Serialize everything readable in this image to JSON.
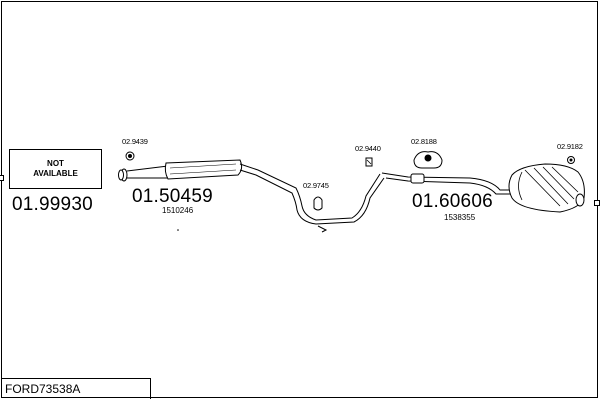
{
  "reference": "FORD73538A",
  "not_available": {
    "line1": "NOT",
    "line2": "AVAILABLE"
  },
  "parts": [
    {
      "id": "front",
      "number": "01.99930",
      "oem": ""
    },
    {
      "id": "middle",
      "number": "01.50459",
      "oem": "1510246"
    },
    {
      "id": "rear",
      "number": "01.60606",
      "oem": "1538355"
    }
  ],
  "accessories": [
    {
      "id": "a1",
      "number": "02.9439"
    },
    {
      "id": "a2",
      "number": "02.9745"
    },
    {
      "id": "a3",
      "number": "02.9440"
    },
    {
      "id": "a4",
      "number": "02.8188"
    },
    {
      "id": "a5",
      "number": "02.9182"
    }
  ]
}
